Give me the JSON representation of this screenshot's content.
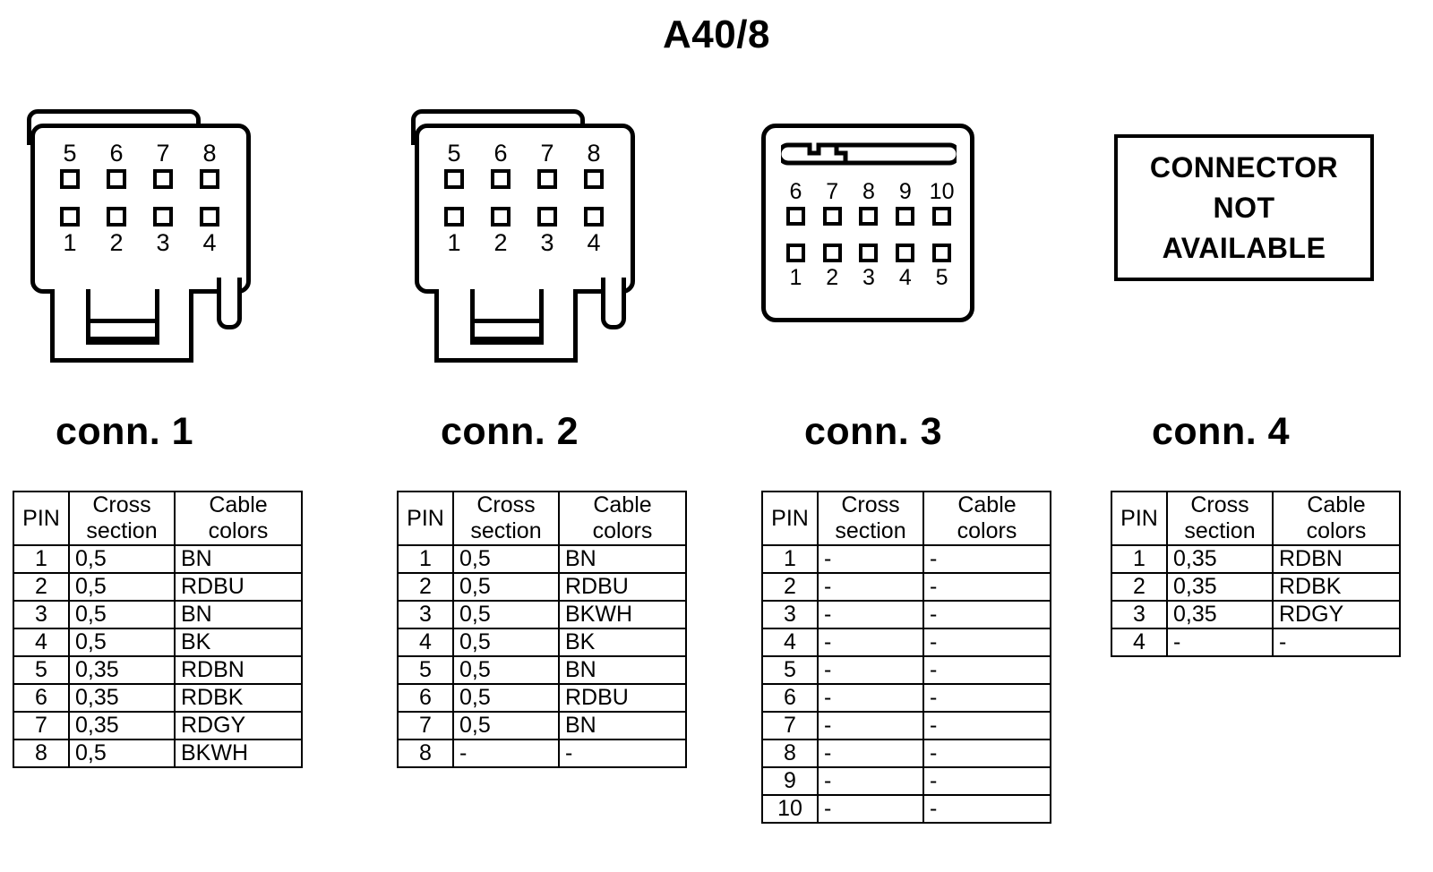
{
  "title": "A40/8",
  "connectors": [
    {
      "caption": "conn. 1",
      "style": "8way-2x4",
      "pins_top": [
        "5",
        "6",
        "7",
        "8"
      ],
      "pins_bottom": [
        "1",
        "2",
        "3",
        "4"
      ],
      "table": {
        "headers": [
          "PIN",
          "Cross section",
          "Cable colors"
        ],
        "header_lines": [
          [
            "PIN",
            ""
          ],
          [
            "Cross",
            "section"
          ],
          [
            "Cable",
            "colors"
          ]
        ],
        "rows": [
          {
            "pin": "1",
            "cross_section": "0,5",
            "cable_colors": "BN"
          },
          {
            "pin": "2",
            "cross_section": "0,5",
            "cable_colors": "RDBU"
          },
          {
            "pin": "3",
            "cross_section": "0,5",
            "cable_colors": "BN"
          },
          {
            "pin": "4",
            "cross_section": "0,5",
            "cable_colors": "BK"
          },
          {
            "pin": "5",
            "cross_section": "0,35",
            "cable_colors": "RDBN"
          },
          {
            "pin": "6",
            "cross_section": "0,35",
            "cable_colors": "RDBK"
          },
          {
            "pin": "7",
            "cross_section": "0,35",
            "cable_colors": "RDGY"
          },
          {
            "pin": "8",
            "cross_section": "0,5",
            "cable_colors": "BKWH"
          }
        ]
      }
    },
    {
      "caption": "conn. 2",
      "style": "8way-2x4",
      "pins_top": [
        "5",
        "6",
        "7",
        "8"
      ],
      "pins_bottom": [
        "1",
        "2",
        "3",
        "4"
      ],
      "table": {
        "headers": [
          "PIN",
          "Cross section",
          "Cable colors"
        ],
        "header_lines": [
          [
            "PIN",
            ""
          ],
          [
            "Cross",
            "section"
          ],
          [
            "Cable",
            "colors"
          ]
        ],
        "rows": [
          {
            "pin": "1",
            "cross_section": "0,5",
            "cable_colors": "BN"
          },
          {
            "pin": "2",
            "cross_section": "0,5",
            "cable_colors": "RDBU"
          },
          {
            "pin": "3",
            "cross_section": "0,5",
            "cable_colors": "BKWH"
          },
          {
            "pin": "4",
            "cross_section": "0,5",
            "cable_colors": "BK"
          },
          {
            "pin": "5",
            "cross_section": "0,5",
            "cable_colors": "BN"
          },
          {
            "pin": "6",
            "cross_section": "0,5",
            "cable_colors": "RDBU"
          },
          {
            "pin": "7",
            "cross_section": "0,5",
            "cable_colors": "BN"
          },
          {
            "pin": "8",
            "cross_section": "-",
            "cable_colors": "-"
          }
        ]
      }
    },
    {
      "caption": "conn. 3",
      "style": "10way-2x5",
      "pins_top": [
        "6",
        "7",
        "8",
        "9",
        "10"
      ],
      "pins_bottom": [
        "1",
        "2",
        "3",
        "4",
        "5"
      ],
      "table": {
        "headers": [
          "PIN",
          "Cross section",
          "Cable colors"
        ],
        "header_lines": [
          [
            "PIN",
            ""
          ],
          [
            "Cross",
            "section"
          ],
          [
            "Cable",
            "colors"
          ]
        ],
        "rows": [
          {
            "pin": "1",
            "cross_section": "-",
            "cable_colors": "-"
          },
          {
            "pin": "2",
            "cross_section": "-",
            "cable_colors": "-"
          },
          {
            "pin": "3",
            "cross_section": "-",
            "cable_colors": "-"
          },
          {
            "pin": "4",
            "cross_section": "-",
            "cable_colors": "-"
          },
          {
            "pin": "5",
            "cross_section": "-",
            "cable_colors": "-"
          },
          {
            "pin": "6",
            "cross_section": "-",
            "cable_colors": "-"
          },
          {
            "pin": "7",
            "cross_section": "-",
            "cable_colors": "-"
          },
          {
            "pin": "8",
            "cross_section": "-",
            "cable_colors": "-"
          },
          {
            "pin": "9",
            "cross_section": "-",
            "cable_colors": "-"
          },
          {
            "pin": "10",
            "cross_section": "-",
            "cable_colors": "-"
          }
        ]
      }
    },
    {
      "caption": "conn. 4",
      "style": "not-available",
      "not_available_lines": [
        "CONNECTOR",
        "NOT",
        "AVAILABLE"
      ],
      "table": {
        "headers": [
          "PIN",
          "Cross section",
          "Cable colors"
        ],
        "header_lines": [
          [
            "PIN",
            ""
          ],
          [
            "Cross",
            "section"
          ],
          [
            "Cable",
            "colors"
          ]
        ],
        "rows": [
          {
            "pin": "1",
            "cross_section": "0,35",
            "cable_colors": "RDBN"
          },
          {
            "pin": "2",
            "cross_section": "0,35",
            "cable_colors": "RDBK"
          },
          {
            "pin": "3",
            "cross_section": "0,35",
            "cable_colors": "RDGY"
          },
          {
            "pin": "4",
            "cross_section": "-",
            "cable_colors": "-"
          }
        ]
      }
    }
  ],
  "colors": {
    "ink": "#000000",
    "paper": "#ffffff"
  }
}
